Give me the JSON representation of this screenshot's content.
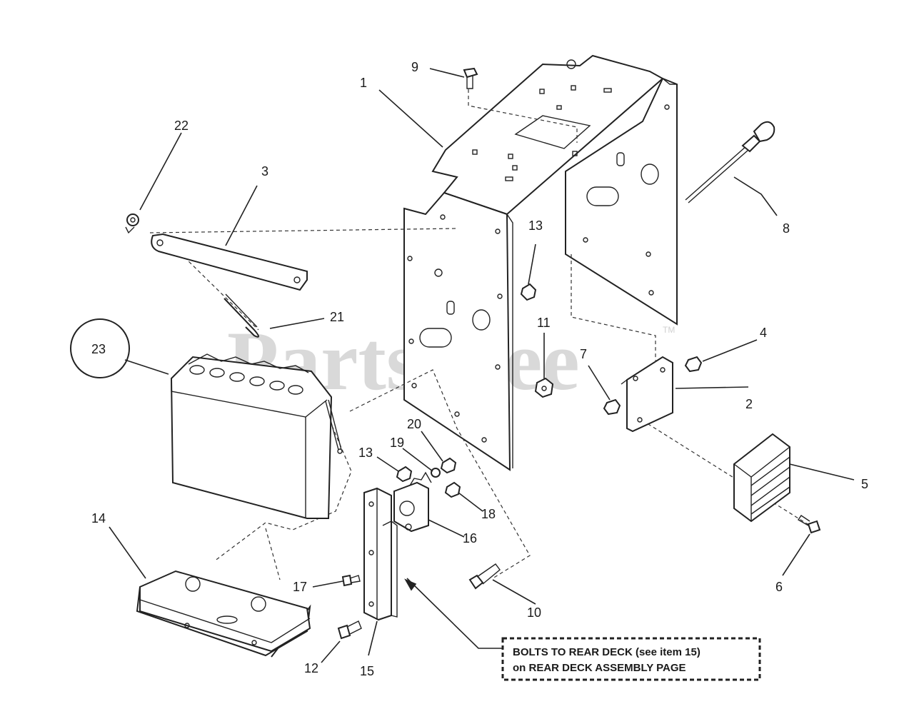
{
  "watermark": "PartsTree",
  "trademark": "TM",
  "labels": {
    "l1": "1",
    "l2": "2",
    "l3": "3",
    "l4": "4",
    "l5": "5",
    "l6": "6",
    "l7": "7",
    "l8": "8",
    "l9": "9",
    "l10": "10",
    "l11": "11",
    "l12": "12",
    "l13a": "13",
    "l13b": "13",
    "l14": "14",
    "l15": "15",
    "l16": "16",
    "l17": "17",
    "l18": "18",
    "l19": "19",
    "l20": "20",
    "l21": "21",
    "l22": "22",
    "l23": "23"
  },
  "note": {
    "line1": "BOLTS TO REAR DECK (see item 15)",
    "line2": "on REAR DECK ASSEMBLY PAGE"
  }
}
